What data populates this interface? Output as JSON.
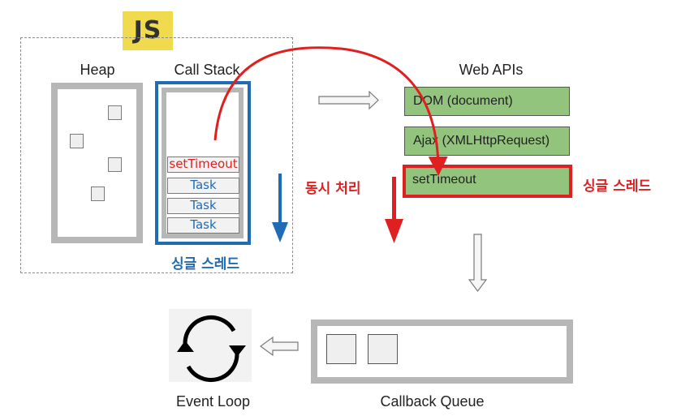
{
  "js_logo": "JS",
  "heap": {
    "label": "Heap"
  },
  "call_stack": {
    "label": "Call Stack",
    "frames": [
      "setTimeout",
      "Task",
      "Task",
      "Task"
    ],
    "caption": "싱글 스레드"
  },
  "web_apis": {
    "label": "Web APIs",
    "items": [
      "DOM (document)",
      "Ajax (XMLHttpRequest)",
      "setTimeout"
    ],
    "caption": "싱글 스레드"
  },
  "concurrency_label": "동시 처리",
  "callback_queue": {
    "label": "Callback Queue"
  },
  "event_loop": {
    "label": "Event Loop",
    "icon": "refresh-cycle-icon"
  },
  "colors": {
    "highlight_red": "#e02020",
    "stack_blue": "#1f6bb5",
    "api_green": "#93c47d",
    "js_yellow": "#f0db4f"
  }
}
